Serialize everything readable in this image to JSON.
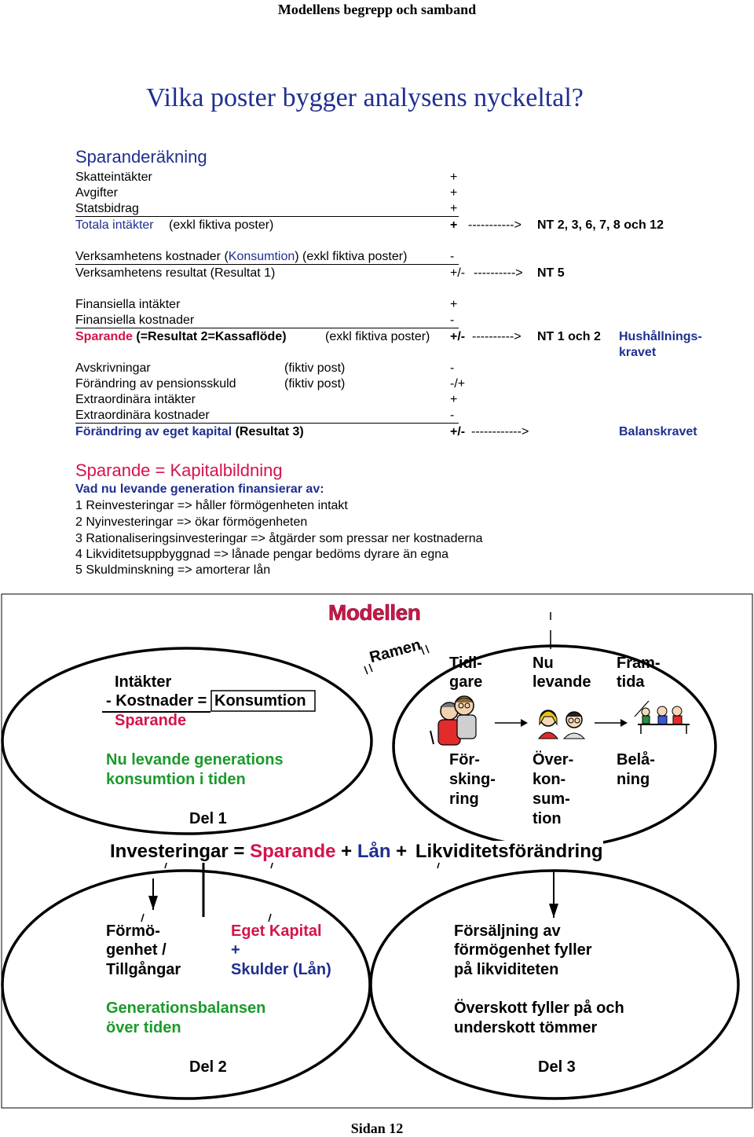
{
  "header": "Modellens begrepp och samband",
  "main_title": "Vilka poster bygger analysens nyckeltal?",
  "section1_title": "Sparanderäkning",
  "rows": {
    "r1": {
      "label": "Skatteintäkter",
      "sign": "+"
    },
    "r2": {
      "label": "Avgifter",
      "sign": "+"
    },
    "r3": {
      "label": "Statsbidrag",
      "sign": "+"
    },
    "r4": {
      "label": "Totala intäkter",
      "paren": "(exkl fiktiva poster)",
      "sign": "+",
      "arrow": "----------->",
      "nt": "NT 2, 3, 6, 7, 8 och 12"
    },
    "r5": {
      "label_a": "Verksamhetens kostnader (",
      "label_b": "Konsumtion",
      "label_c": ") (exkl fiktiva poster)",
      "sign": "-"
    },
    "r6": {
      "label": "Verksamhetens resultat (Resultat 1)",
      "sign": "+/-",
      "arrow": "---------->",
      "nt": "NT 5"
    },
    "r7": {
      "label": "Finansiella intäkter",
      "sign": "+"
    },
    "r8": {
      "label": "Finansiella kostnader",
      "sign": "-"
    },
    "r9": {
      "label_a": "Sparande",
      "label_b": " (=Resultat 2=Kassaflöde)",
      "paren": "(exkl fiktiva poster)",
      "sign": "+/-",
      "arrow": "---------->",
      "nt": "NT 1 och 2",
      "note1": "Hushållnings-",
      "note2": "kravet"
    },
    "r10": {
      "label": "Avskrivningar",
      "paren": "(fiktiv post)",
      "sign": "-"
    },
    "r11": {
      "label": "Förändring av pensionsskuld",
      "paren": "(fiktiv post)",
      "sign": "-/+"
    },
    "r12": {
      "label": "Extraordinära intäkter",
      "sign": "+"
    },
    "r13": {
      "label": "Extraordinära kostnader",
      "sign": "-"
    },
    "r14": {
      "label_a": "Förändring av eget kapital",
      "label_b": " (Resultat 3)",
      "sign": "+/-",
      "arrow": "------------>",
      "note": "Balanskravet"
    }
  },
  "section2": {
    "title": "Sparande = Kapitalbildning",
    "subtitle": "Vad nu levande generation finansierar av:",
    "items": [
      "1 Reinvesteringar => håller förmögenheten intakt",
      "2 Nyinvesteringar => ökar förmögenheten",
      "3 Rationaliseringsinvesteringar => åtgärder som pressar ner kostnaderna",
      "4 Likviditetsuppbyggnad => lånade pengar bedöms dyrare än egna",
      "5 Skuldminskning => amorterar lån"
    ]
  },
  "model": {
    "title": "Modellen",
    "ramen": "Ramen",
    "left": {
      "l1": "Intäkter",
      "l2a": "- Kostnader =",
      "l2b": "Konsumtion",
      "l3": "Sparande",
      "g1": "Nu levande generations",
      "g2": "konsumtion i tiden",
      "del": "Del 1"
    },
    "right": {
      "c1": [
        "Tidi-",
        "gare"
      ],
      "c2": [
        "Nu",
        "levande"
      ],
      "c3": [
        "Fram-",
        "tida"
      ],
      "d1": [
        "För-",
        "sking-",
        "ring"
      ],
      "d2": [
        "Över-",
        "kon-",
        "sum-",
        "tion"
      ],
      "d3": [
        "Belå-",
        "ning"
      ]
    },
    "equation": {
      "a": "Investeringar = ",
      "b": "Sparande",
      "c": " + ",
      "d": "Lån",
      "e": " + ",
      "f": "Likviditetsförändring"
    },
    "del2": {
      "c1": [
        "Förmö-",
        "genhet /",
        "Tillgångar"
      ],
      "c2a": "Eget Kapital",
      "c2b": "+",
      "c2c": "Skulder (Lån)",
      "g1": "Generationsbalansen",
      "g2": "över tiden",
      "del": "Del 2"
    },
    "del3": {
      "l1": "Försäljning av",
      "l2": "förmögenhet fyller",
      "l3": "på likviditeten",
      "l4": "Överskott fyller på och",
      "l5": "underskott tömmer",
      "del": "Del 3"
    }
  },
  "footer": "Sidan 12"
}
